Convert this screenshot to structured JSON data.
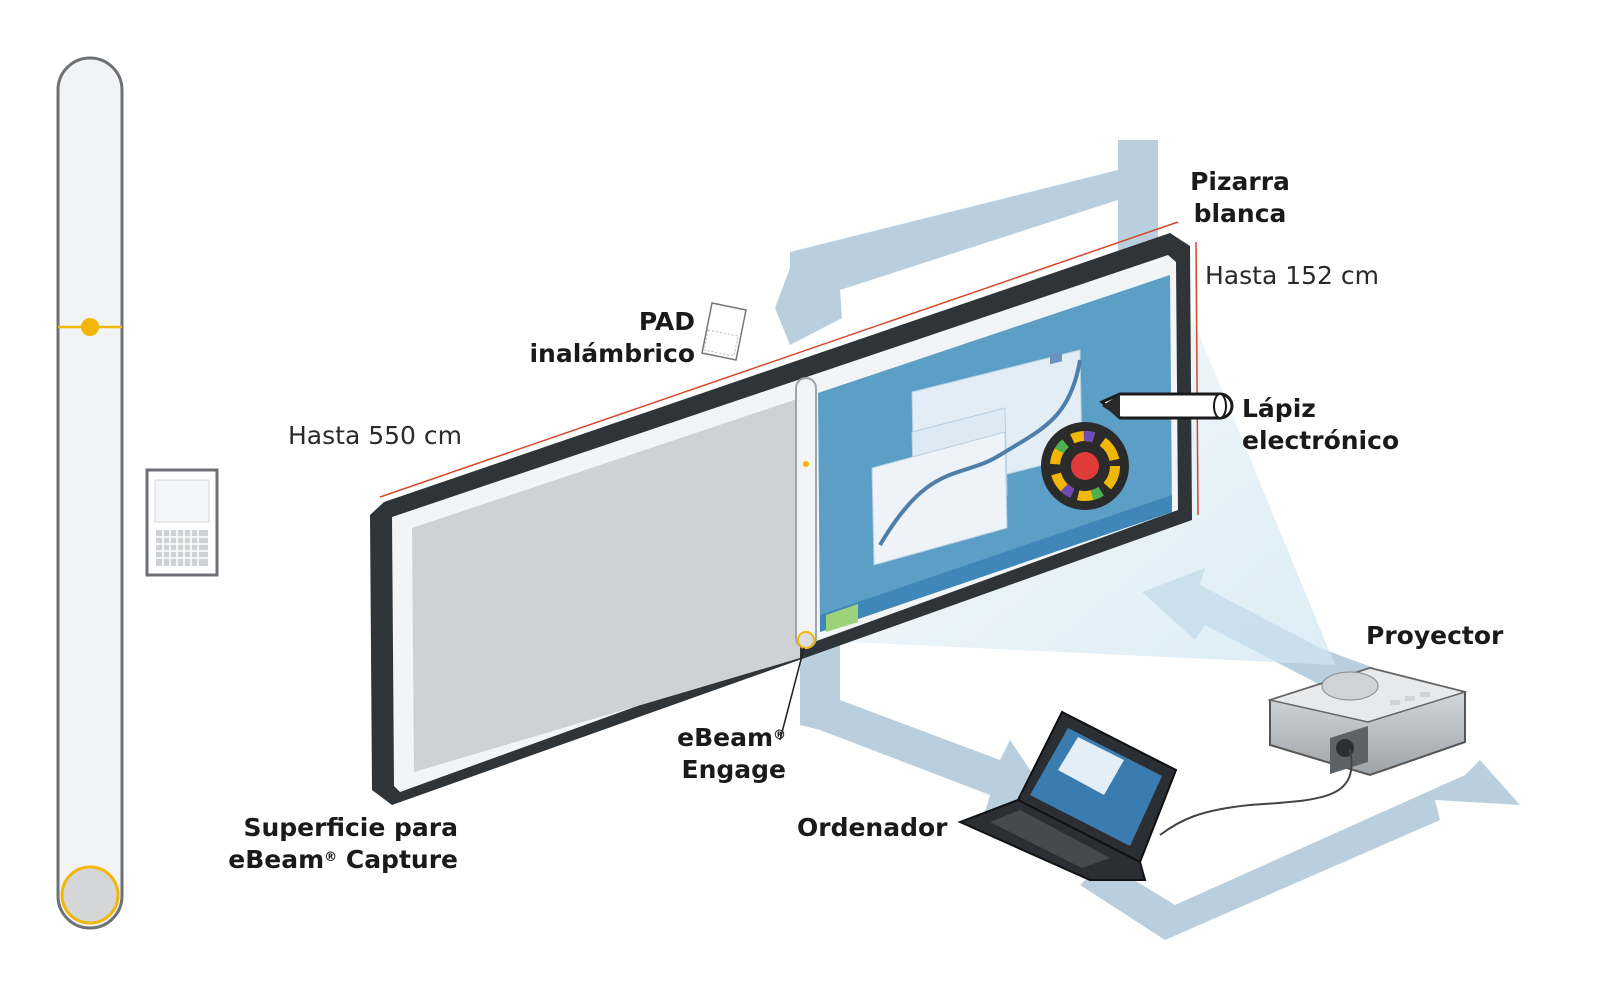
{
  "labels": {
    "whiteboard_line1": "Pizarra",
    "whiteboard_line2": "blanca",
    "height_dim": "Hasta 152 cm",
    "width_dim": "Hasta 550 cm",
    "pad_line1": "PAD",
    "pad_line2": "inalámbrico",
    "pen_line1": "Lápiz",
    "pen_line2": "electrónico",
    "projector": "Proyector",
    "engage_line1": "eBeam",
    "engage_line2": "Engage",
    "computer": "Ordenador",
    "capture_line1": "Superficie para",
    "capture_line2": "eBeam",
    "capture_line2_suffix": " Capture",
    "registered": "®"
  },
  "colors": {
    "board_frame": "#2f3438",
    "screen_blue": "#5b9ec6",
    "capture_gray": "#d0d2d4",
    "arrow": "#b9cfdd",
    "beam": "#dbecf5",
    "accent_yellow": "#f2b705",
    "dimension_red": "#d9452b"
  }
}
